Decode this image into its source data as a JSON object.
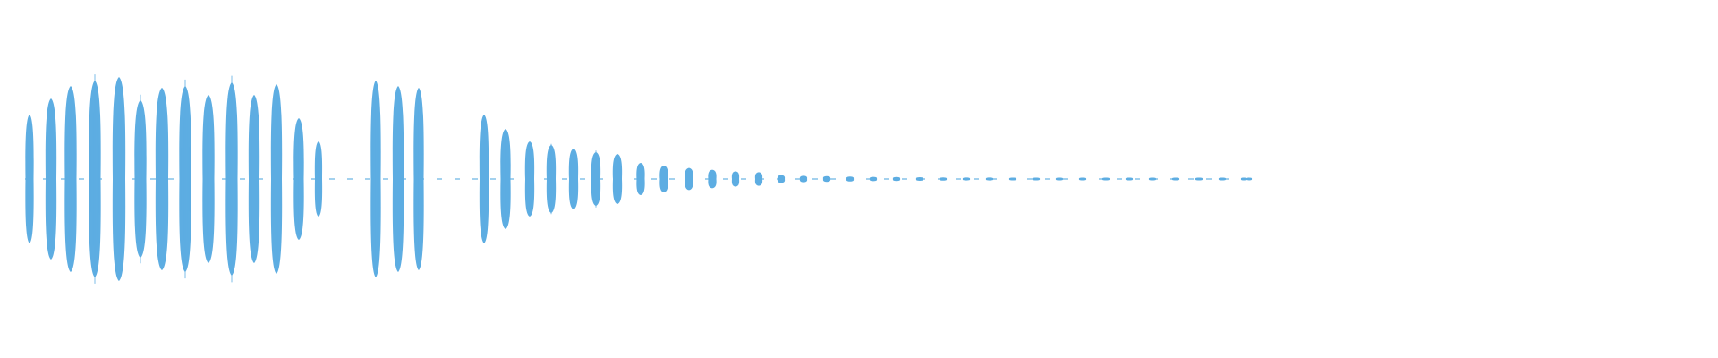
{
  "waveform": {
    "color": "#5dade2",
    "background": "#ffffff",
    "bursts": [
      {
        "amp": 0.36
      },
      {
        "amp": 0.45
      },
      {
        "amp": 0.52
      },
      {
        "amp": 0.55
      },
      {
        "amp": 0.57
      },
      {
        "amp": 0.44
      },
      {
        "amp": 0.51
      },
      {
        "amp": 0.52
      },
      {
        "amp": 0.47
      },
      {
        "amp": 0.54
      },
      {
        "amp": 0.47
      },
      {
        "amp": 0.53
      },
      {
        "amp": 0.34
      },
      {
        "amp": 0.21
      },
      {
        "amp": 0.55
      },
      {
        "amp": 0.52
      },
      {
        "amp": 0.51
      },
      {
        "amp": 0.36
      },
      {
        "amp": 0.28
      },
      {
        "amp": 0.21
      },
      {
        "amp": 0.19
      },
      {
        "amp": 0.17
      },
      {
        "amp": 0.15
      },
      {
        "amp": 0.14
      },
      {
        "amp": 0.09
      },
      {
        "amp": 0.075
      },
      {
        "amp": 0.062
      },
      {
        "amp": 0.052
      },
      {
        "amp": 0.043
      },
      {
        "amp": 0.038
      },
      {
        "amp": 0.022
      },
      {
        "amp": 0.018
      },
      {
        "amp": 0.016
      },
      {
        "amp": 0.014
      },
      {
        "amp": 0.012
      },
      {
        "amp": 0.011
      },
      {
        "amp": 0.01
      },
      {
        "amp": 0.009
      },
      {
        "amp": 0.008
      },
      {
        "amp": 0.008
      },
      {
        "amp": 0.007
      },
      {
        "amp": 0.007
      },
      {
        "amp": 0.007
      },
      {
        "amp": 0.006
      },
      {
        "amp": 0.006
      },
      {
        "amp": 0.006
      },
      {
        "amp": 0.006
      },
      {
        "amp": 0.006
      },
      {
        "amp": 0.005
      },
      {
        "amp": 0.005
      },
      {
        "amp": 0.005
      },
      {
        "amp": 0.005
      }
    ]
  }
}
